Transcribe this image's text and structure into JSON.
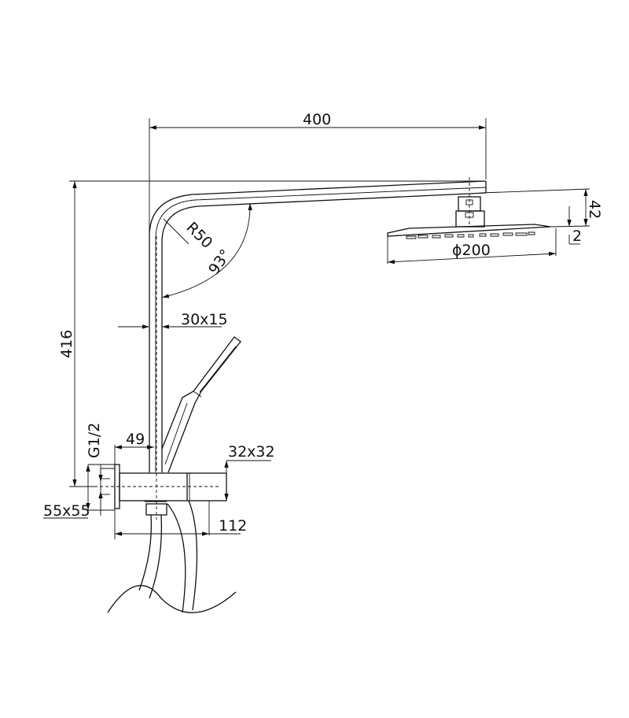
{
  "title": "Shower column dimension drawing",
  "dimensions": {
    "width_400": "400",
    "height_416": "416",
    "radius": "R50",
    "angle": "93°",
    "pipe_section": "30x15",
    "head_height": "42",
    "head_thickness": "2",
    "head_diameter": "ϕ200",
    "thread": "G1/2",
    "offset_49": "49",
    "body_section": "32x32",
    "flange": "55x55",
    "body_length": "112"
  },
  "colors": {
    "line": "#111111",
    "background": "#ffffff"
  }
}
